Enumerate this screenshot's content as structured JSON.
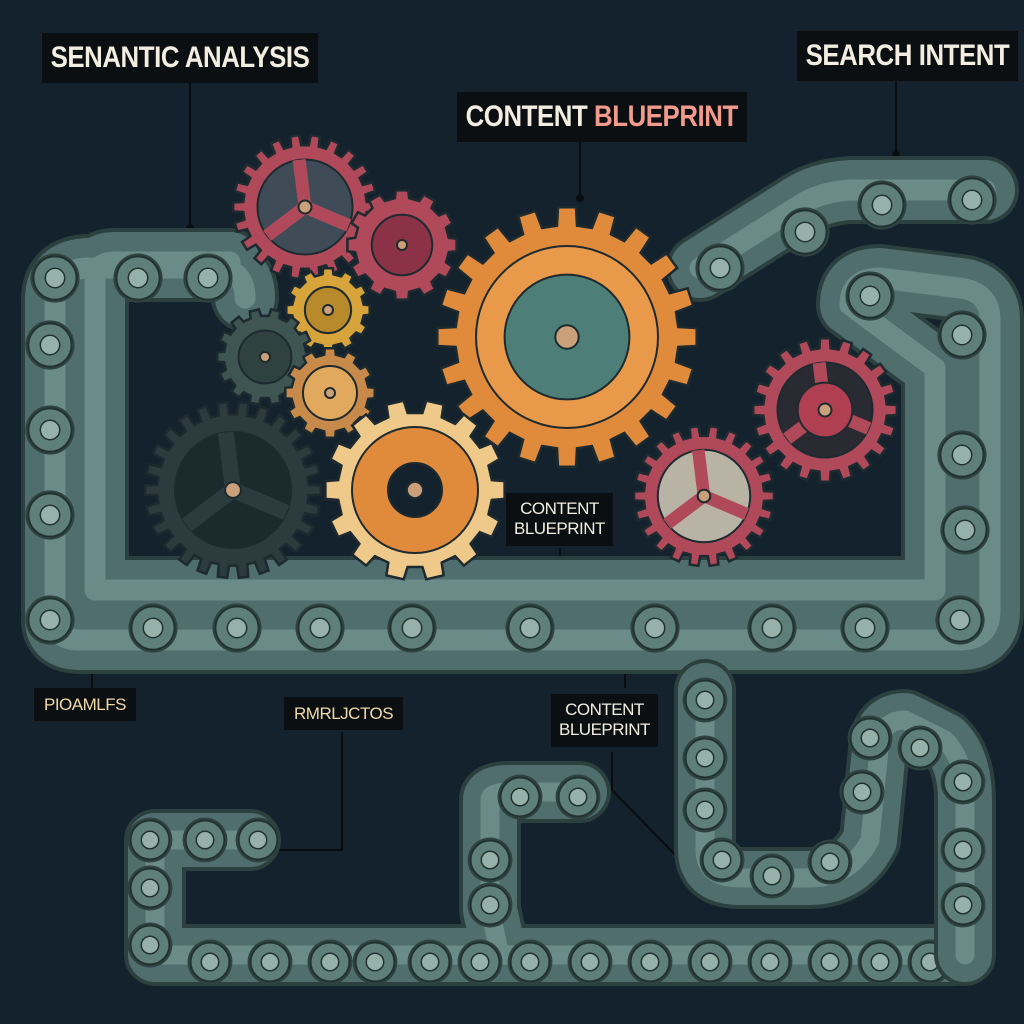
{
  "labels": {
    "semantic_analysis": "SENANTIC ANALYSIS",
    "search_intent": "SEARCH INTENT",
    "content_blueprint_top_a": "CONTENT",
    "content_blueprint_top_b": "BLUEPRINT",
    "content_blueprint_mid_l1": "CONTENT",
    "content_blueprint_mid_l2": "BLUEPRINT",
    "content_blueprint_low_l1": "CONTENT",
    "content_blueprint_low_l2": "BLUEPRINT",
    "promales": "PIOAMLFS",
    "metrics": "RMRLJCTOS"
  },
  "colors": {
    "background": "#13222c",
    "belt": "#4f6e6d",
    "belt_light": "#8fb0ab",
    "gear_orange": "#e08a3c",
    "gear_cream": "#efc98a",
    "gear_red": "#b04a5a",
    "gear_dark": "#3f5552",
    "gear_gold": "#d6a43a",
    "label_bg": "#0b0f12",
    "label_text": "#f3eee2",
    "accent_pink": "#f29a8c"
  }
}
